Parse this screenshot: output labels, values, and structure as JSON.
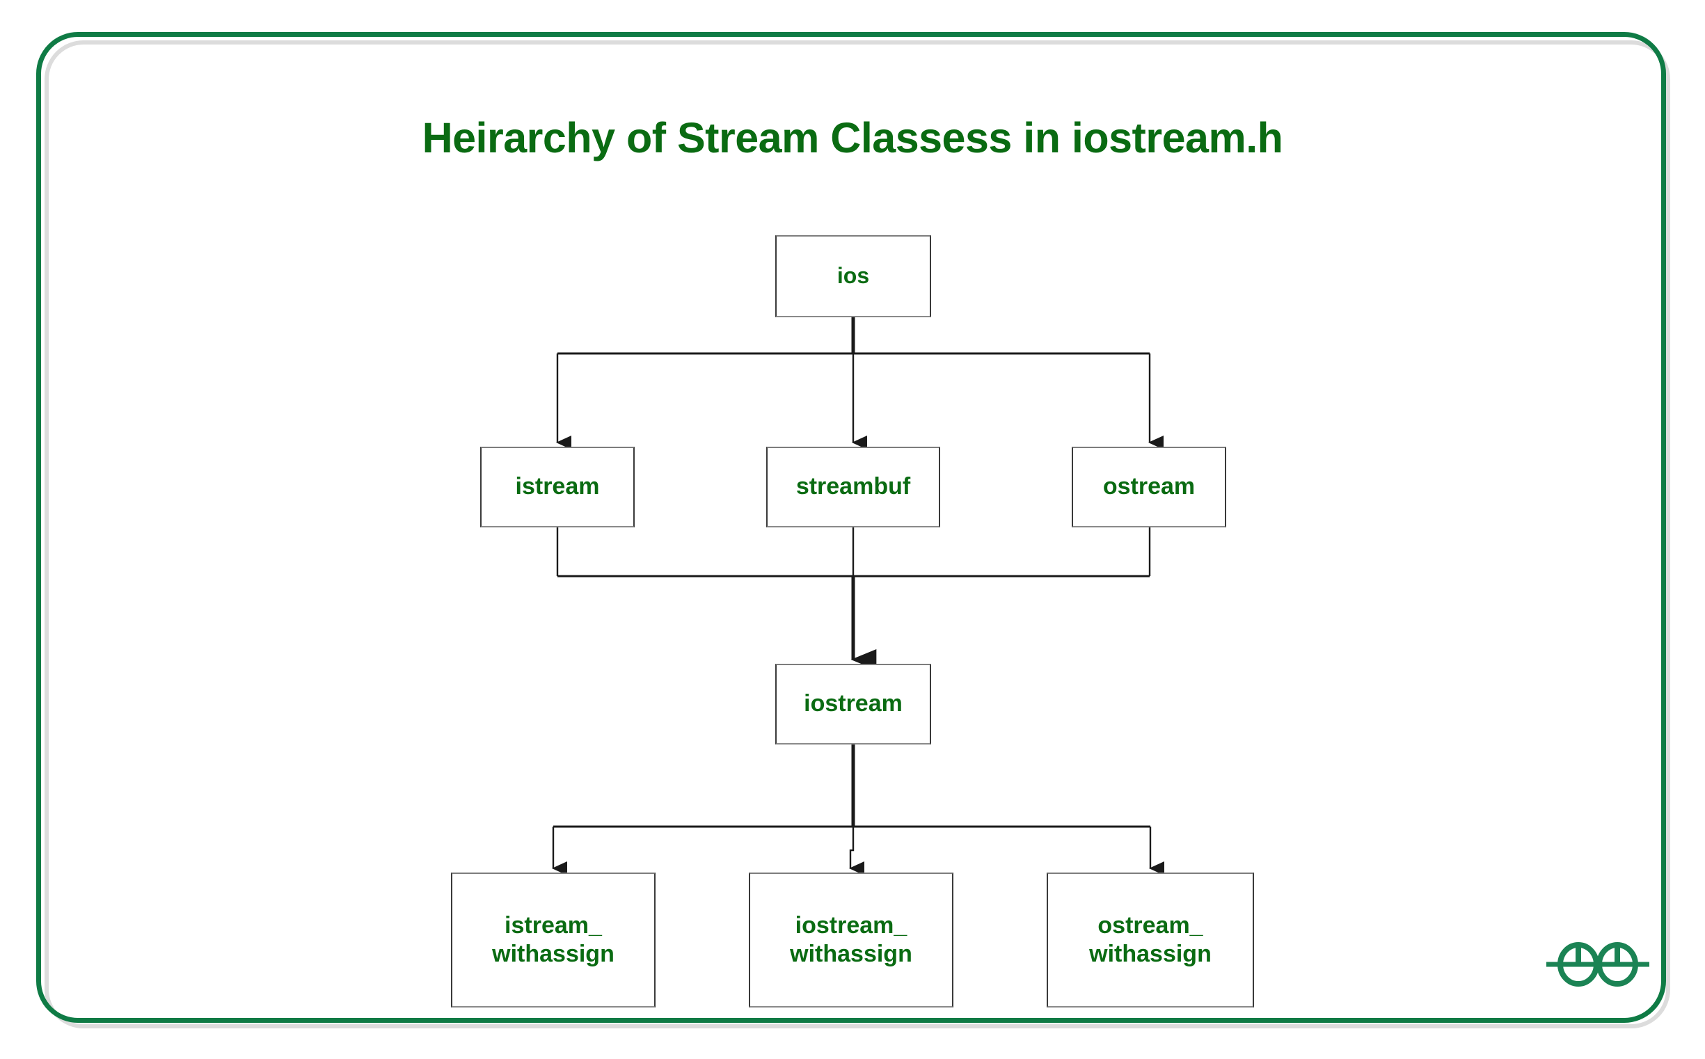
{
  "page": {
    "title": "Heirarchy of Stream Classess in iostream.h",
    "background_color": "#ffffff",
    "frame_border_color": "#0f7b45",
    "frame_shadow_color": "#dcdcdc",
    "text_color": "#0a6b12",
    "box_border_color": "#3a3a3a",
    "connector_color": "#1a1a1a"
  },
  "diagram": {
    "type": "hierarchy-tree",
    "nodes": [
      {
        "id": "ios",
        "label": "ios",
        "level": 1
      },
      {
        "id": "istream",
        "label": "istream",
        "level": 2
      },
      {
        "id": "streambuf",
        "label": "streambuf",
        "level": 2
      },
      {
        "id": "ostream",
        "label": "ostream",
        "level": 2
      },
      {
        "id": "iostream",
        "label": "iostream",
        "level": 3
      },
      {
        "id": "isw",
        "label": "istream_\nwithassign",
        "level": 4
      },
      {
        "id": "iosw",
        "label": "iostream_\nwithassign",
        "level": 4
      },
      {
        "id": "osw",
        "label": "ostream_\nwithassign",
        "level": 4
      }
    ],
    "edges": [
      {
        "from": "ios",
        "to": "istream"
      },
      {
        "from": "ios",
        "to": "streambuf"
      },
      {
        "from": "ios",
        "to": "ostream"
      },
      {
        "from": "istream",
        "to": "iostream"
      },
      {
        "from": "streambuf",
        "to": "iostream"
      },
      {
        "from": "ostream",
        "to": "iostream"
      },
      {
        "from": "iostream",
        "to": "isw"
      },
      {
        "from": "iostream",
        "to": "iosw"
      },
      {
        "from": "iostream",
        "to": "osw"
      }
    ]
  },
  "logo": {
    "name": "geeksforgeeks-logo",
    "color": "#1b8354"
  }
}
